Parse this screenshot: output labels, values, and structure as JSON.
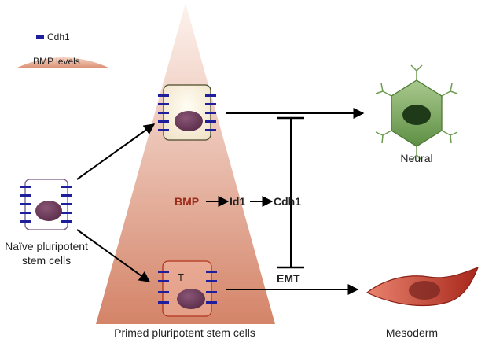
{
  "legend": {
    "cdh1_label": "Cdh1",
    "bmp_label": "BMP levels"
  },
  "labels": {
    "naive_line1": "Naïve pluripotent",
    "naive_line2": "stem cells",
    "primed": "Primed pluripotent stem cells",
    "neural": "Neural",
    "mesoderm": "Mesoderm",
    "t_marker": "T",
    "t_sup": "+",
    "emt": "EMT"
  },
  "pathway": {
    "bmp": "BMP",
    "id1": "Id1",
    "cdh1": "Cdh1"
  },
  "colors": {
    "cadherin": "#1f1f9e",
    "bmp_text": "#9b2a1a",
    "neural_cell": "#6b9c4f",
    "mesoderm_cell": "#c23a2a",
    "nucleus": "#6b3b5a",
    "gradient_top": "#fbe6dc",
    "gradient_bottom": "#d98870"
  }
}
